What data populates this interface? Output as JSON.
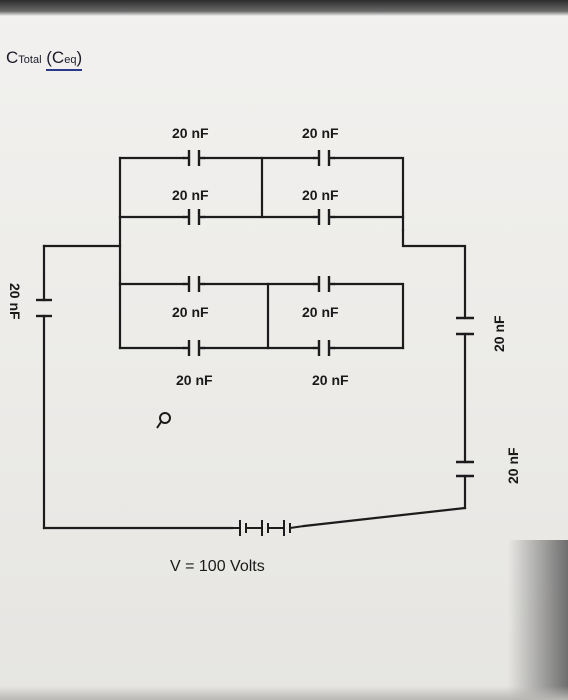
{
  "header": {
    "c_main": "C",
    "c_sub": "Total",
    "ceq_open": "(C",
    "ceq_sub": "eq",
    "ceq_close": ")"
  },
  "capacitor_label": "20 nF",
  "voltage_label": "V = 100 Volts",
  "colors": {
    "wire": "#1c1c1c",
    "text": "#1a1a1a",
    "underline": "#2a3a8a"
  }
}
